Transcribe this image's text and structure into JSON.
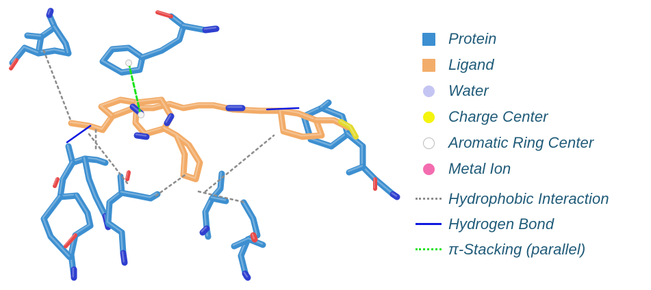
{
  "legend": {
    "items": [
      {
        "label": "Protein",
        "kind": "square",
        "color": "#3c8fd1",
        "border": "#3c8fd1"
      },
      {
        "label": "Ligand",
        "kind": "square",
        "color": "#f3ad6a",
        "border": "#f3ad6a"
      },
      {
        "label": "Water",
        "kind": "circle",
        "color": "#c5c5f3",
        "border": "#c5c5f3"
      },
      {
        "label": "Charge Center",
        "kind": "circle",
        "color": "#f4f40f",
        "border": "#f4f40f"
      },
      {
        "label": "Aromatic Ring Center",
        "kind": "circle",
        "color": "#ffffff",
        "border": "#bbbbbb"
      },
      {
        "label": "Metal Ion",
        "kind": "circle",
        "color": "#f36cb0",
        "border": "#f36cb0"
      }
    ],
    "interactions": [
      {
        "label": "Hydrophobic Interaction",
        "style": "dotted",
        "color": "#8d8d8d"
      },
      {
        "label": "Hydrogen Bond",
        "style": "solid",
        "color": "#0f1ae0"
      },
      {
        "label": "π-Stacking (parallel)",
        "style": "dotted",
        "color": "#19e319"
      }
    ]
  },
  "scene": {
    "colors": {
      "protein": "#3d8fd0",
      "protein_dark": "#2a6ea8",
      "ligand": "#f2ab67",
      "ligand_dark": "#c7864b",
      "nitrogen": "#2f3fcf",
      "oxygen": "#e84848",
      "sulfur": "#e2da2c",
      "hydrophobic": "#8d8d8d",
      "hbond": "#0f1ae0",
      "pistack": "#19e319"
    }
  }
}
